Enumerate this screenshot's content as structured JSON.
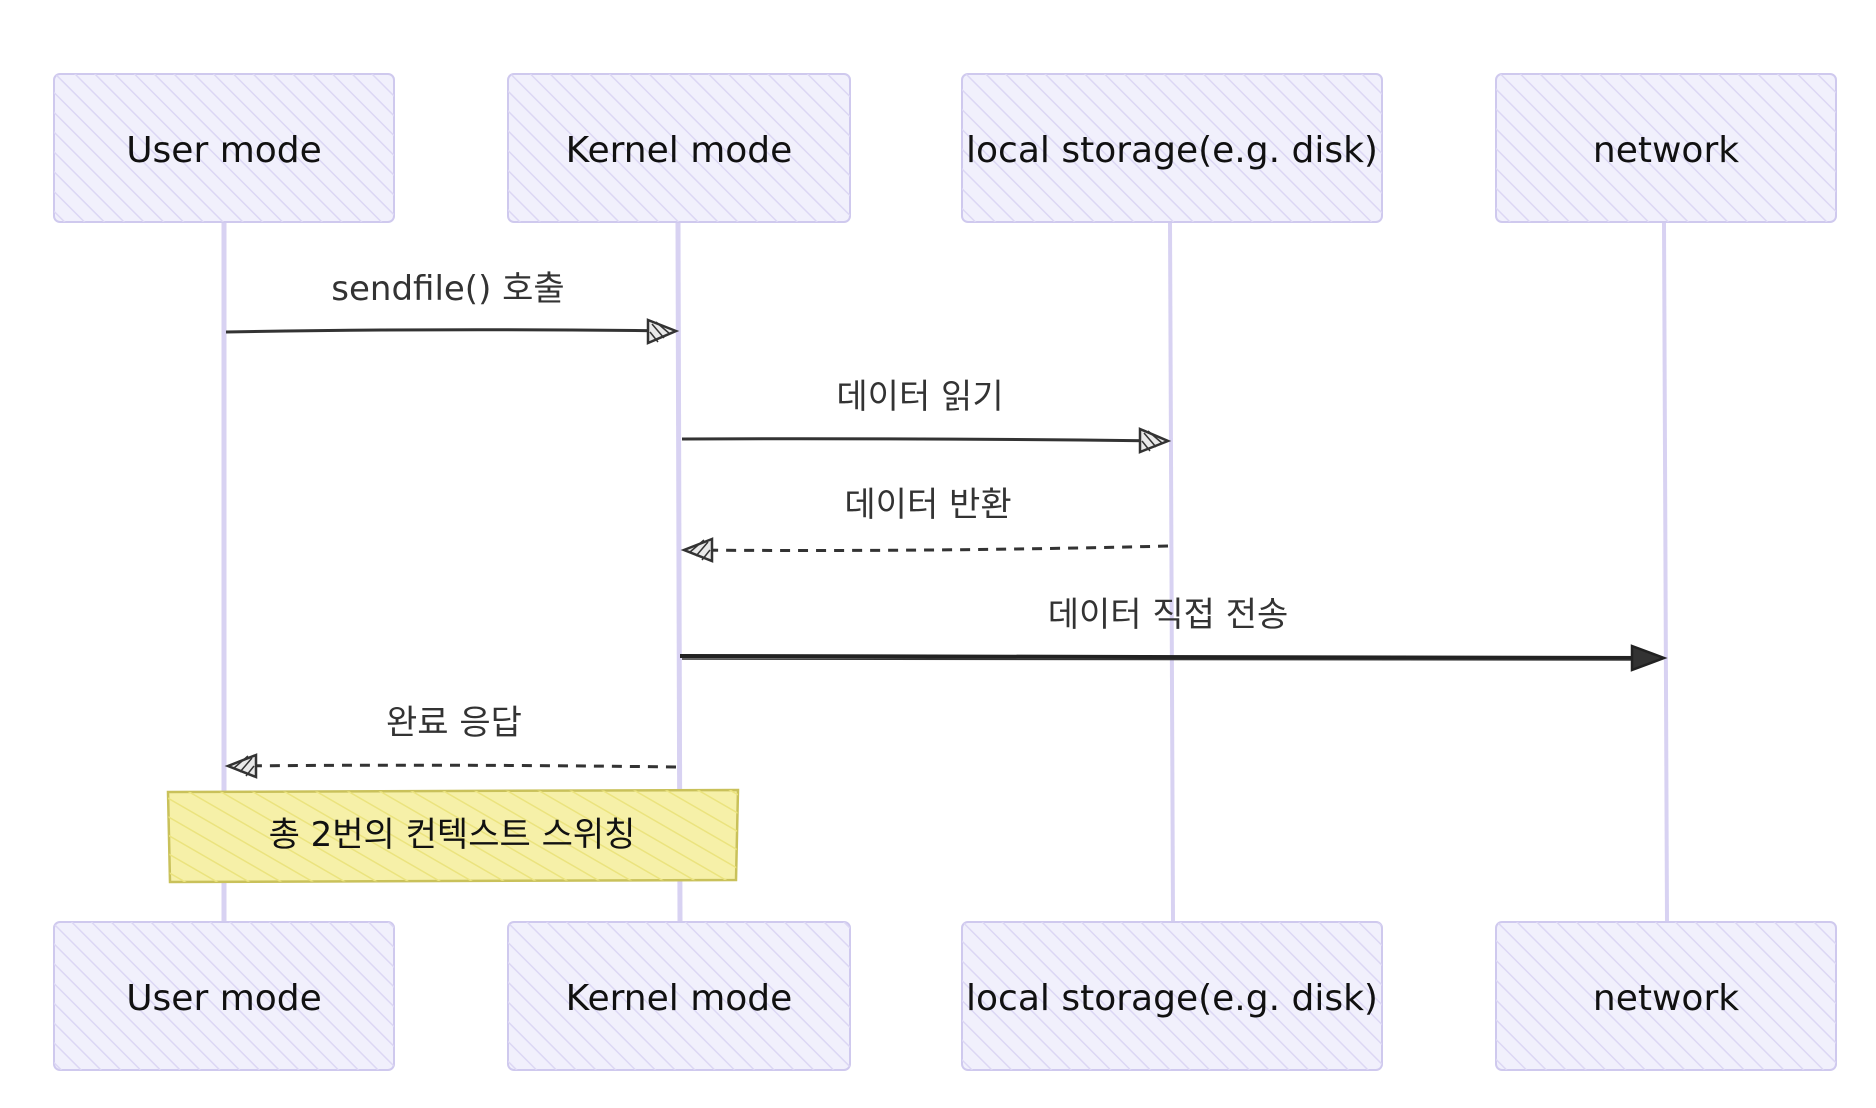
{
  "diagram": {
    "type": "sequence",
    "participants": [
      {
        "id": "user",
        "label": "User mode"
      },
      {
        "id": "kernel",
        "label": "Kernel mode"
      },
      {
        "id": "storage",
        "label": "local storage(e.g. disk)"
      },
      {
        "id": "network",
        "label": "network"
      }
    ],
    "messages": [
      {
        "from": "user",
        "to": "kernel",
        "label": "sendfile() 호출",
        "style": "solid"
      },
      {
        "from": "kernel",
        "to": "storage",
        "label": "데이터 읽기",
        "style": "solid"
      },
      {
        "from": "storage",
        "to": "kernel",
        "label": "데이터 반환",
        "style": "dashed"
      },
      {
        "from": "kernel",
        "to": "network",
        "label": "데이터 직접 전송",
        "style": "solid"
      },
      {
        "from": "kernel",
        "to": "user",
        "label": "완료 응답",
        "style": "dashed"
      }
    ],
    "note": {
      "over": [
        "user",
        "kernel"
      ],
      "text": "총 2번의 컨텍스트 스위칭"
    },
    "colors": {
      "actor_fill": "#ecebfb",
      "actor_stroke": "#cfc9ee",
      "hatch": "#d9d4f3",
      "lifeline": "#d8d2f2",
      "arrow": "#333333",
      "note_fill": "#f6f0a8",
      "note_stroke": "#c9c15a",
      "text": "#111111"
    }
  }
}
